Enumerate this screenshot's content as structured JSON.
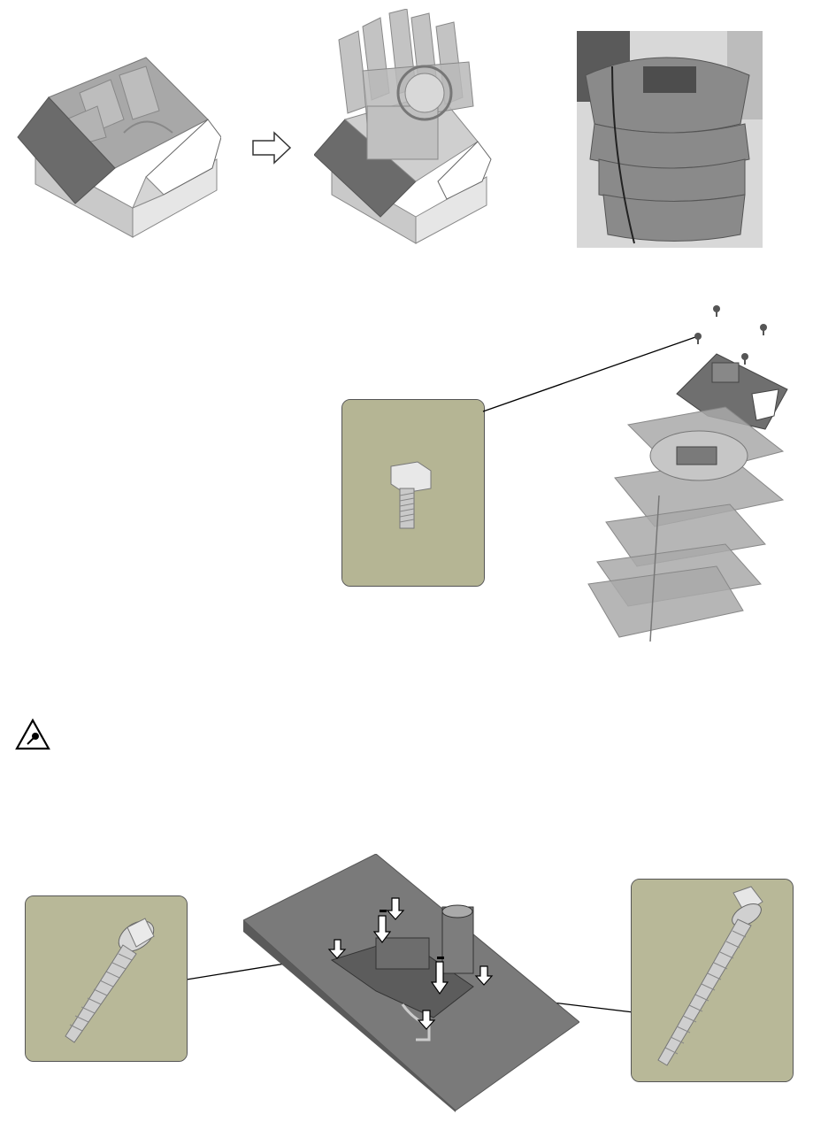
{
  "page": {
    "background": "#ffffff"
  },
  "step1": {
    "closed_box_fig": "open-box-with-foam-icon",
    "arrow_fig": "hollow-right-arrow-icon",
    "lifted_fig": "foam-stack-lifted-from-box-icon",
    "photo_fig": "foam-packaging-photo"
  },
  "step2": {
    "exploded_fig": "exploded-foam-stack-with-mount-plate-icon",
    "bolt_photo_fig": "hex-bolt-photo"
  },
  "caution": {
    "icon": "caution-triangle-icon"
  },
  "step3": {
    "mount_fig": "mounting-plate-on-board-icon",
    "left_photo_fig": "lag-screw-photo",
    "right_photo_fig": "lag-screw-photo"
  },
  "colors": {
    "box_dark": "#6e6e6e",
    "box_light": "#c8c8c8",
    "photo_bg": "#b8b896",
    "foam": "#9a9a9a"
  }
}
